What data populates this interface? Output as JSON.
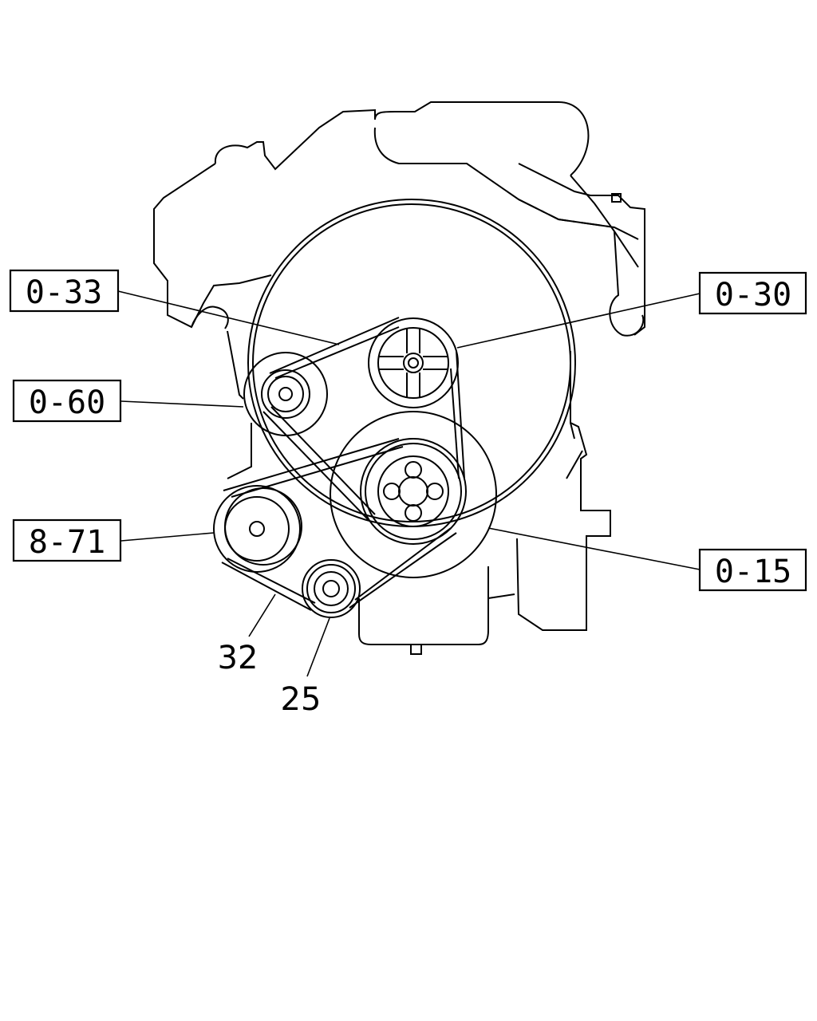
{
  "callouts": {
    "c0_33": "0-33",
    "c0_30": "0-30",
    "c0_60": "0-60",
    "c8_71": "8-71",
    "c0_15": "0-15"
  },
  "part_numbers": {
    "p32": "32",
    "p25": "25"
  }
}
